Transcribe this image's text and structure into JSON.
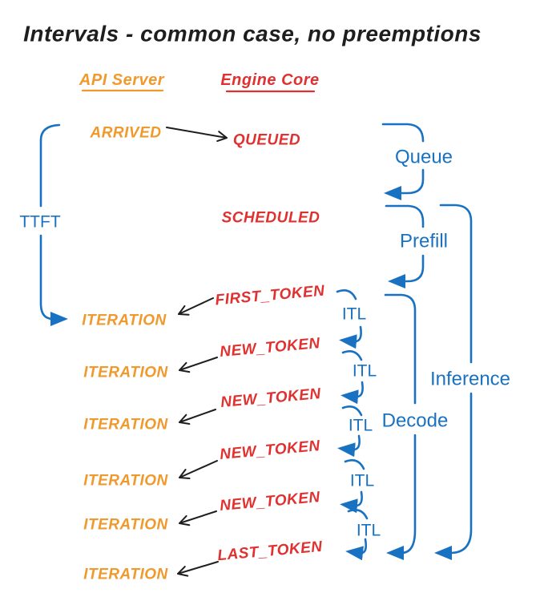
{
  "title": "Intervals - common case, no preemptions",
  "colors": {
    "orange": "#F0992D",
    "red": "#E03131",
    "blue": "#1971C2",
    "ink": "#1E1E1E",
    "background": "#FFFFFF"
  },
  "headers": {
    "api_server": "API Server",
    "engine_core": "Engine Core"
  },
  "events": {
    "arrived": "ARRIVED",
    "iteration": "ITERATION",
    "queued": "QUEUED",
    "scheduled": "SCHEDULED",
    "first_token": "FIRST_TOKEN",
    "new_token": "NEW_TOKEN",
    "last_token": "LAST_TOKEN"
  },
  "intervals": {
    "ttft": "TTFT",
    "queue": "Queue",
    "prefill": "Prefill",
    "decode": "Decode",
    "inference": "Inference",
    "itl": "ITL"
  }
}
